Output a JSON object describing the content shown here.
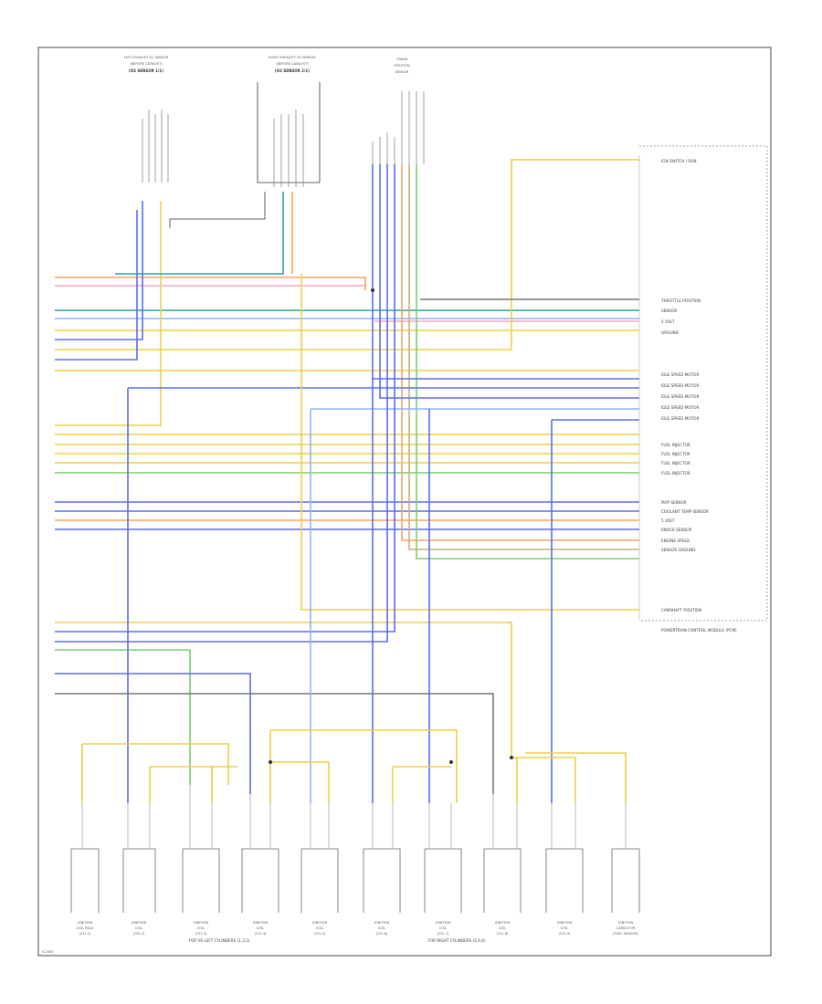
{
  "diagram": {
    "footer_code": "S.2005",
    "bottom_groups": {
      "left": "FOR V6 LEFT CYLINDERS (1,3,5)",
      "right": "FOR RIGHT CYLINDERS (2,4,6)"
    },
    "top_components": [
      {
        "id": "o2-left",
        "lines": [
          "LEFT EXHAUST O2 SENSOR",
          "(BEFORE CATALYST)",
          "(O2 SENSOR 1/1)"
        ]
      },
      {
        "id": "o2-right",
        "lines": [
          "RIGHT EXHAUST O2 SENSOR",
          "(BEFORE CATALYST)",
          "(O2 SENSOR 2/1)"
        ]
      },
      {
        "id": "crank",
        "lines": [
          "CRANK",
          "POSITION",
          "SENSOR"
        ]
      }
    ],
    "right_labels": [
      "IGN SWITCH / RUN",
      "THROTTLE POSITION",
      "SENSOR",
      "5 VOLT",
      "GROUND",
      "IDLE SPEED MOTOR",
      "IDLE SPEED MOTOR",
      "IDLE SPEED MOTOR",
      "IDLE SPEED MOTOR",
      "IDLE SPEED MOTOR",
      "FUEL INJECTOR",
      "FUEL INJECTOR",
      "FUEL INJECTOR",
      "FUEL INJECTOR",
      "MAP SENSOR",
      "COOLANT TEMP SENSOR",
      "5 VOLT",
      "KNOCK SENSOR",
      "ENGINE SPEED",
      "SENSOR GROUND",
      "CAMSHAFT POSITION",
      "POWERTRAIN CONTROL MODULE (PCM)"
    ],
    "bottom_components": [
      {
        "id": "c1",
        "lines": [
          "IGNITION",
          "COIL PACK",
          "(CYL 1)"
        ]
      },
      {
        "id": "c2",
        "lines": [
          "IGNITION",
          "COIL",
          "(CYL 2)"
        ]
      },
      {
        "id": "c3",
        "lines": [
          "IGNITION",
          "COIL",
          "(CYL 3)"
        ]
      },
      {
        "id": "c4",
        "lines": [
          "IGNITION",
          "COIL",
          "(CYL 4)"
        ]
      },
      {
        "id": "c5",
        "lines": [
          "IGNITION",
          "COIL",
          "(CYL 5)"
        ]
      },
      {
        "id": "c6",
        "lines": [
          "IGNITION",
          "COIL",
          "(CYL 6)"
        ]
      },
      {
        "id": "c7",
        "lines": [
          "IGNITION",
          "COIL",
          "(CYL 7)"
        ]
      },
      {
        "id": "c8",
        "lines": [
          "IGNITION",
          "COIL",
          "(CYL 8)"
        ]
      },
      {
        "id": "c9",
        "lines": [
          "IGNITION",
          "COIL",
          "(CYL 9)"
        ]
      },
      {
        "id": "c10",
        "lines": [
          "IGNITION",
          "CAPACITOR",
          "(FUEL SENSOR)"
        ]
      }
    ],
    "wire_colors": {
      "yellow": "#e8d24a",
      "orange": "#f4a460",
      "pink": "#f4a6c0",
      "teal": "#2aa198",
      "blue": "#5b6ef0",
      "gray": "#777777",
      "green": "#7ccf6a",
      "lightblue": "#8fb3ff",
      "tan": "#c9b07a",
      "violet": "#b08fd8"
    }
  }
}
